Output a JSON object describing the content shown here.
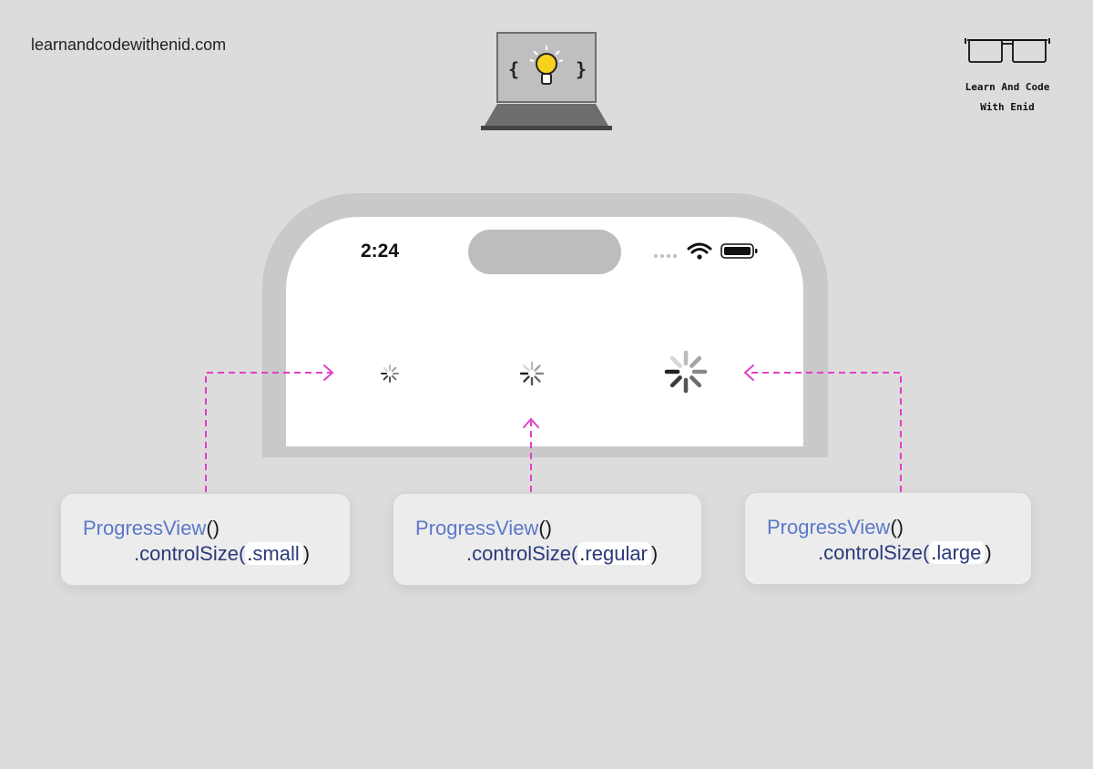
{
  "header": {
    "site_url": "learnandcodewithenid.com",
    "brand_line1": "Learn And Code",
    "brand_line2": "With Enid"
  },
  "phone": {
    "time": "2:24"
  },
  "cards": [
    {
      "call": "ProgressView",
      "parens": "()",
      "method": ".controlSize(",
      "dot": ".",
      "arg": "small",
      "close": ")"
    },
    {
      "call": "ProgressView",
      "parens": "()",
      "method": ".controlSize(",
      "dot": ".",
      "arg": "regular",
      "close": ")"
    },
    {
      "call": "ProgressView",
      "parens": "()",
      "method": ".controlSize(",
      "dot": ".",
      "arg": "large",
      "close": ")"
    }
  ],
  "colors": {
    "background": "#dcdcdc",
    "arrow": "#e23fc6",
    "function_blue": "#5b78c9",
    "method_navy": "#2a3a7a",
    "bulb_yellow": "#f6d21d"
  },
  "icons": [
    "laptop-icon",
    "lightbulb-icon",
    "glasses-icon",
    "signal-icon",
    "wifi-icon",
    "battery-icon",
    "spinner-small",
    "spinner-regular",
    "spinner-large"
  ]
}
